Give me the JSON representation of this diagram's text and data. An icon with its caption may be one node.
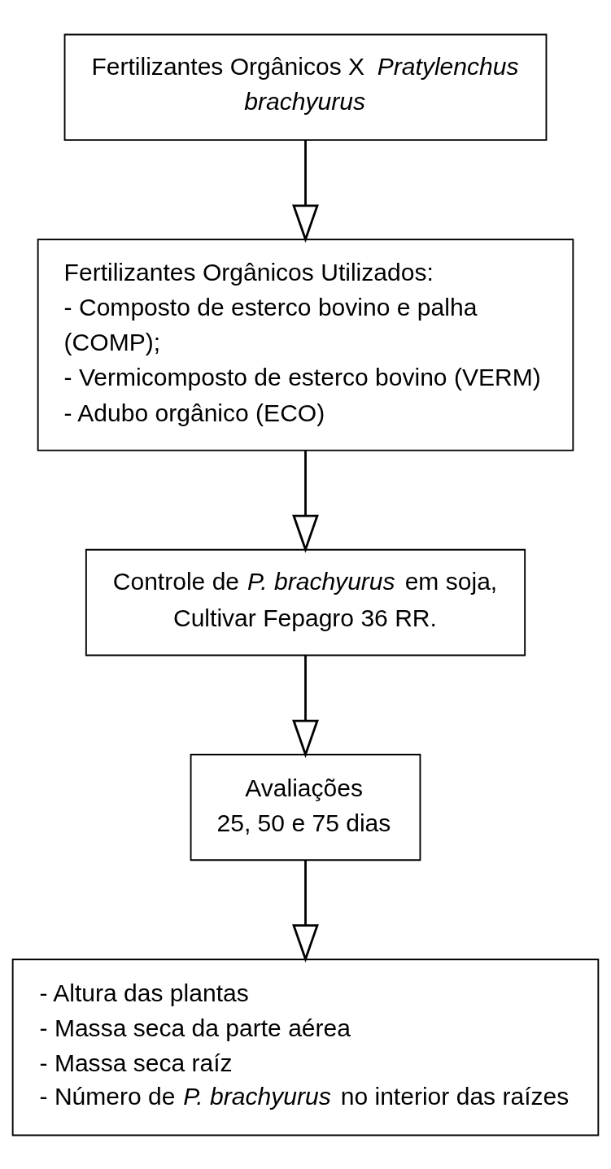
{
  "diagram": {
    "nodes": [
      {
        "text": [
          "Fertilizantes Orgânicos X *Pratylenchus brachyurus*"
        ]
      },
      {
        "text": [
          "Fertilizantes Orgânicos Utilizados:",
          "- Composto de esterco bovino e palha (COMP);",
          "- Vermicomposto de esterco bovino (VERM)",
          "- Adubo orgânico (ECO)"
        ]
      },
      {
        "text": [
          "Controle de *P. brachyurus* em soja, Cultivar Fepagro 36 RR."
        ]
      },
      {
        "text": [
          "Avaliações",
          "25, 50 e 75 dias"
        ]
      },
      {
        "text": [
          "- Altura das plantas",
          "- Massa seca da parte aérea",
          "- Massa seca raíz",
          "- Número de *P. brachyurus* no interior das raízes"
        ]
      }
    ],
    "edges": [
      {
        "from": 0,
        "to": 1,
        "arrow": "to"
      },
      {
        "from": 1,
        "to": 2,
        "arrow": "to"
      },
      {
        "from": 2,
        "to": 3,
        "arrow": "to"
      },
      {
        "from": 3,
        "to": 4,
        "arrow": "to"
      }
    ]
  }
}
